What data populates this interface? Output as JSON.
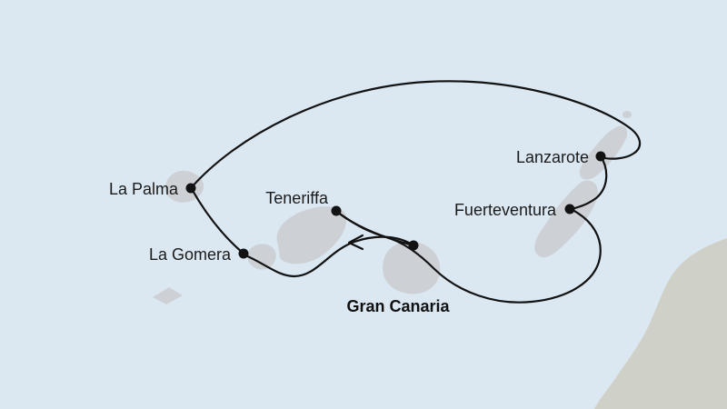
{
  "map": {
    "background_color": "#dbe8f2",
    "island_color": "#cdd1d6",
    "mainland_color": "#cfd0c8",
    "route_color": "#121212",
    "label_color": "#1b1b1b",
    "ports": [
      {
        "label": "La Palma",
        "departure": false
      },
      {
        "label": "Teneriffa",
        "departure": false
      },
      {
        "label": "Lanzarote",
        "departure": false
      },
      {
        "label": "Fuerteventura",
        "departure": false
      },
      {
        "label": "La Gomera",
        "departure": false
      },
      {
        "label": "Gran Canaria",
        "departure": true
      }
    ]
  }
}
